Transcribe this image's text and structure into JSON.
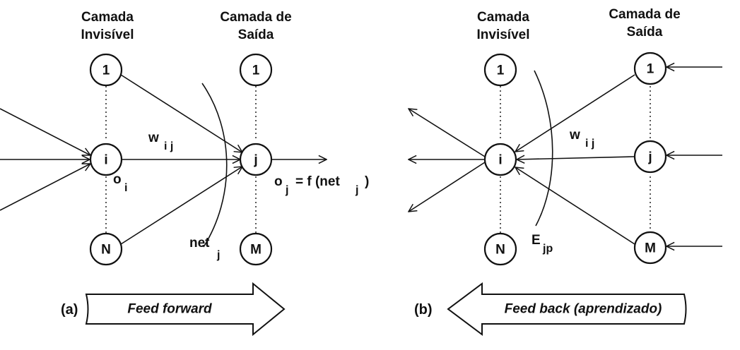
{
  "panel_a": {
    "hidden_layer_title": [
      "Camada",
      "Invisível"
    ],
    "output_layer_title": [
      "Camada de",
      "Saída"
    ],
    "hidden_nodes": [
      "1",
      "i",
      "N"
    ],
    "output_nodes": [
      "1",
      "j",
      "M"
    ],
    "weight_label": "w",
    "weight_sub": "i j",
    "output_i_label": "o",
    "output_i_sub": "i",
    "output_j_label": "o",
    "output_j_sub": "j",
    "output_j_eq": "= f (net",
    "output_j_eq_sub": "j",
    "output_j_eq_close": ")",
    "net_label": "net",
    "net_sub": "j",
    "caption": "(a)",
    "arrow_text": "Feed forward"
  },
  "panel_b": {
    "hidden_layer_title": [
      "Camada",
      "Invisível"
    ],
    "output_layer_title": [
      "Camada de",
      "Saída"
    ],
    "hidden_nodes": [
      "1",
      "i",
      "N"
    ],
    "output_nodes": [
      "1",
      "j",
      "M"
    ],
    "weight_label": "w",
    "weight_sub": "i j",
    "error_label": "E",
    "error_sub": "jp",
    "caption": "(b)",
    "arrow_text": "Feed back (aprendizado)"
  }
}
